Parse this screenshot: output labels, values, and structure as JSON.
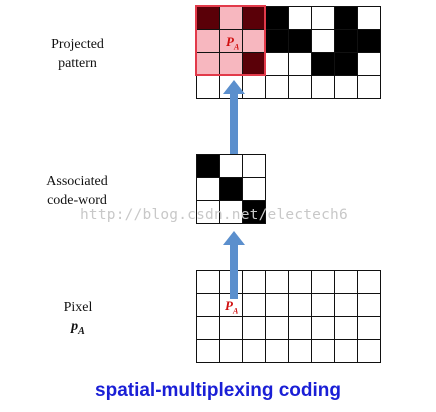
{
  "labels": {
    "projected_line1": "Projected",
    "projected_line2": "pattern",
    "codeword_line1": "Associated",
    "codeword_line2": "code-word",
    "pixel_line1": "Pixel",
    "pixel_symbol": "p",
    "pixel_subscript": "A"
  },
  "pa_marker": "P",
  "pa_marker_sub": "A",
  "watermark": "http://blog.csdn.net/electech6",
  "caption": "spatial-multiplexing coding",
  "colors": {
    "cell_black": "#000000",
    "cell_white": "#ffffff",
    "window_fill": "#f7b7bf",
    "window_dark": "#5a0008",
    "window_border": "#e23a4a",
    "arrow": "#5b8fcd",
    "caption": "#1a1fd6",
    "marker": "#d01010"
  },
  "projected_pattern": {
    "rows": 4,
    "cols": 8,
    "cells": [
      [
        1,
        0,
        1,
        1,
        0,
        0,
        1,
        0
      ],
      [
        0,
        0,
        0,
        1,
        1,
        0,
        1,
        1
      ],
      [
        0,
        0,
        1,
        0,
        0,
        1,
        1,
        0
      ],
      [
        0,
        0,
        0,
        0,
        0,
        0,
        0,
        0
      ]
    ],
    "highlight_window": {
      "rows": 3,
      "cols": 3
    }
  },
  "codeword": {
    "rows": 3,
    "cols": 3,
    "cells": [
      [
        1,
        0,
        0
      ],
      [
        0,
        1,
        0
      ],
      [
        0,
        0,
        1
      ]
    ]
  },
  "pixel_grid": {
    "rows": 4,
    "cols": 8,
    "marked_cell": {
      "row": 1,
      "col": 1
    }
  }
}
